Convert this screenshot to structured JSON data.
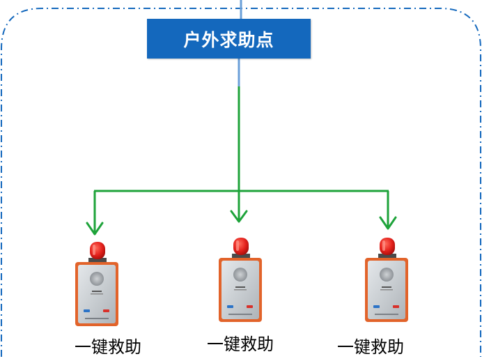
{
  "title": "户外求助点",
  "devices": [
    {
      "label": "一键救助"
    },
    {
      "label": "一键救助"
    },
    {
      "label": "一键救助"
    }
  ],
  "colors": {
    "title_bg": "#1468bd",
    "title_text": "#ffffff",
    "border": "#1468bd",
    "connector_top": "#6a9fd8",
    "connector_green": "#1ea33a",
    "device_body": "#cfd3d6",
    "device_frame": "#e2632a",
    "beacon": "#e3201b"
  },
  "icons": [
    "down-arrow-icon",
    "emergency-call-box-icon",
    "warning-beacon-icon"
  ]
}
